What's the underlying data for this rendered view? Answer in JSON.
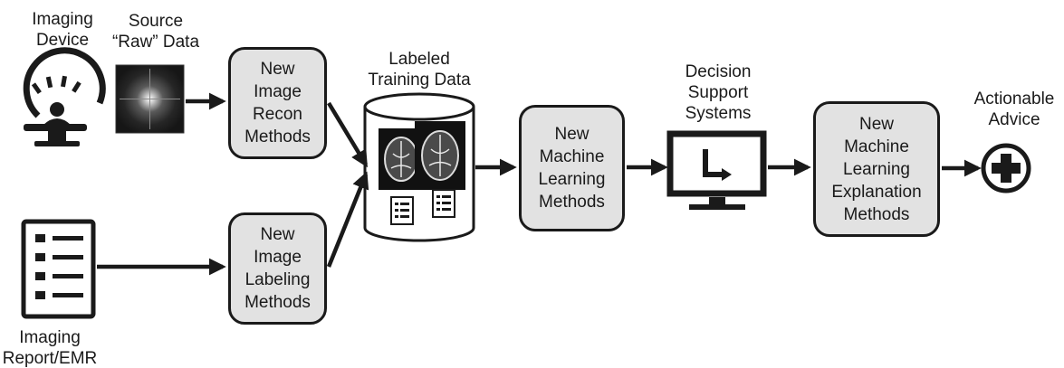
{
  "labels": {
    "imaging_device": "Imaging\nDevice",
    "source_raw_data": "Source\n“Raw” Data",
    "labeled_training_data": "Labeled\nTraining Data",
    "decision_support_systems": "Decision\nSupport\nSystems",
    "actionable_advice": "Actionable\nAdvice",
    "imaging_report": "Imaging\nReport/EMR"
  },
  "boxes": {
    "image_recon": "New\nImage\nRecon\nMethods",
    "image_labeling": "New\nImage\nLabeling\nMethods",
    "machine_learning": "New\nMachine\nLearning\nMethods",
    "ml_explanation": "New\nMachine\nLearning\nExplanation\nMethods"
  },
  "colors": {
    "box_fill": "#e2e2e2",
    "stroke": "#1a1a1a"
  },
  "icons": [
    "mri-scanner-icon",
    "kspace-image-icon",
    "report-list-icon",
    "database-cylinder-icon",
    "brain-mri-icon",
    "document-icon",
    "monitor-icon",
    "medical-cross-icon"
  ]
}
